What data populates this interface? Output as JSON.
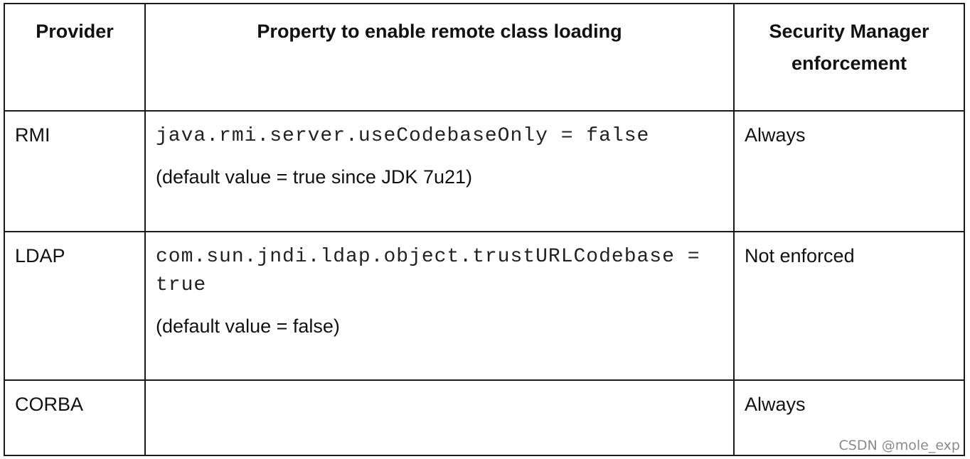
{
  "table": {
    "headers": [
      "Provider",
      "Property to enable remote class loading",
      "Security Manager enforcement"
    ],
    "rows": [
      {
        "provider": "RMI",
        "property_code": "java.rmi.server.useCodebaseOnly = false",
        "property_note": "(default value = true since JDK 7u21)",
        "enforcement": "Always"
      },
      {
        "provider": "LDAP",
        "property_code": "com.sun.jndi.ldap.object.trustURLCodebase = true",
        "property_note": "(default value = false)",
        "enforcement": "Not enforced"
      },
      {
        "provider": "CORBA",
        "property_code": "",
        "property_note": "",
        "enforcement": "Always"
      }
    ]
  },
  "watermark": "CSDN @mole_exp"
}
